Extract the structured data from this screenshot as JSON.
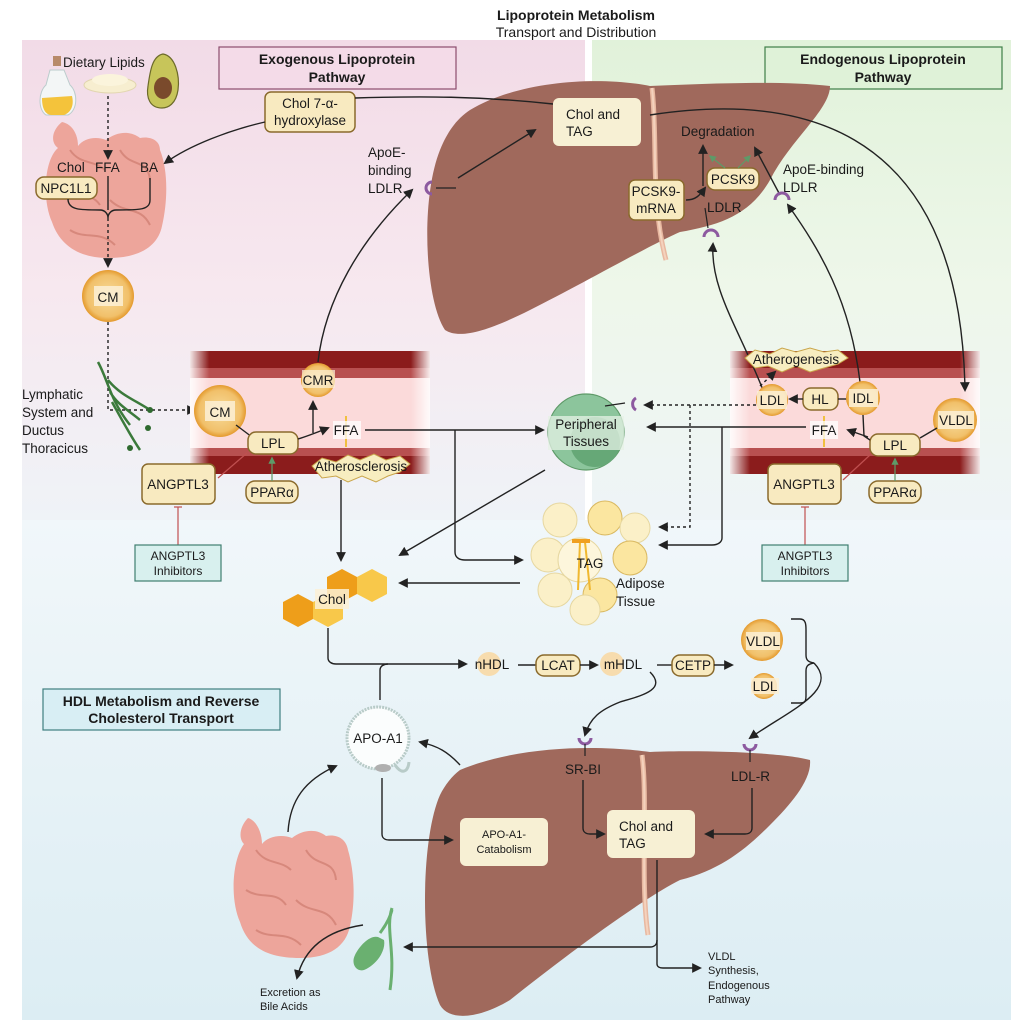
{
  "title": "Lipoprotein Metabolism",
  "subtitle": "Transport and Distribution",
  "sections": {
    "exogenous": "Exogenous Lipoprotein Pathway",
    "endogenous": "Endogenous Lipoprotein Pathway",
    "hdl": "HDL Metabolism and Reverse Cholesterol Transport"
  },
  "exogenous": {
    "dietary_lipids": "Dietary Lipids",
    "chol": "Chol",
    "ffa": "FFA",
    "ba": "BA",
    "npc1l1": "NPC1L1",
    "cm_intestine": "CM",
    "lymphatic": [
      "Lymphatic",
      "System and",
      "Ductus",
      "Thoracicus"
    ],
    "chol7a": [
      "Chol 7-α-",
      "hydroxylase"
    ],
    "apoe_ldlr": [
      "ApoE-",
      "binding",
      "LDLR"
    ],
    "cm_vessel": "CM",
    "cmr": "CMR",
    "lpl": "LPL",
    "ffa_vessel": "FFA",
    "atherosclerosis": "Atherosclerosis",
    "angptl3": "ANGPTL3",
    "ppara": "PPARα",
    "angptl3_inhibitors": [
      "ANGPTL3",
      "Inhibitors"
    ]
  },
  "liver_top": {
    "chol_tag": [
      "Chol and",
      "TAG"
    ],
    "degradation": "Degradation",
    "pcsk9": "PCSK9",
    "pcsk9_mrna": [
      "PCSK9-",
      "mRNA"
    ],
    "ldlr": "LDLR",
    "apoe_ldlr": [
      "ApoE-binding",
      "LDLR"
    ]
  },
  "endogenous": {
    "atherogenesis": "Atherogenesis",
    "ldl": "LDL",
    "hl": "HL",
    "idl": "IDL",
    "vldl": "VLDL",
    "ffa": "FFA",
    "lpl": "LPL",
    "angptl3": "ANGPTL3",
    "ppara": "PPARα",
    "angptl3_inhibitors": [
      "ANGPTL3",
      "Inhibitors"
    ]
  },
  "center": {
    "peripheral": [
      "Peripheral",
      "Tissues"
    ],
    "tag": "TAG",
    "adipose": [
      "Adipose",
      "Tissue"
    ],
    "chol": "Chol"
  },
  "hdl": {
    "nhdl": "nHDL",
    "lcat": "LCAT",
    "mhdl": "mHDL",
    "cetp": "CETP",
    "vldl": "VLDL",
    "ldl": "LDL",
    "apoa1": "APO-A1",
    "apoa1_catabolism": [
      "APO-A1-",
      "Catabolism"
    ],
    "srbi": "SR-BI",
    "ldlr": "LDL-R",
    "chol_tag": [
      "Chol and",
      "TAG"
    ],
    "excretion": [
      "Excretion as",
      "Bile Acids"
    ],
    "vldl_synthesis": [
      "VLDL",
      "Synthesis,",
      "Endogenous",
      "Pathway"
    ]
  },
  "colors": {
    "exogenous_bg": "#f2dde8",
    "endogenous_bg": "#e3f3dc",
    "hdl_bg": "#dfeff5",
    "liver": "#a0695c",
    "vessel_dark": "#8b1c1c",
    "vessel_inner": "#fbd9d9",
    "intestine": "#eda59b",
    "box_tan": "#f8eac0",
    "inhibitor_box": "#d6f0ee",
    "receptor": "#8d5aa0"
  }
}
